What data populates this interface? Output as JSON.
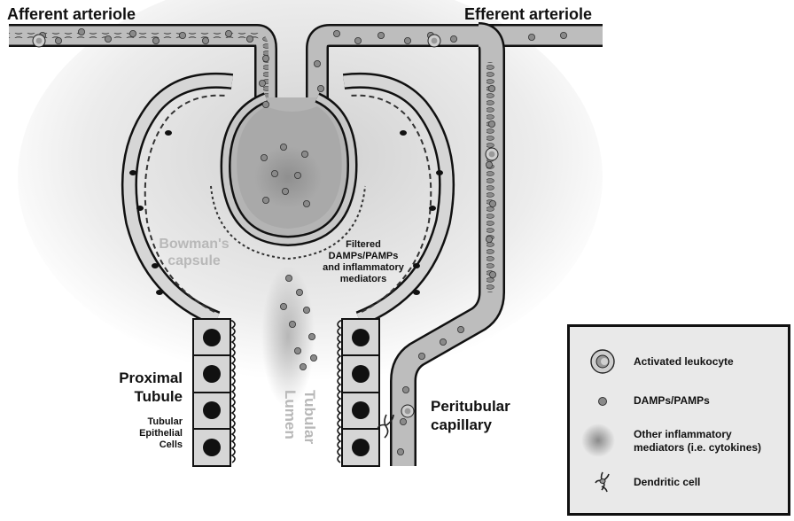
{
  "labels": {
    "afferent": "Afferent arteriole",
    "efferent": "Efferent arteriole",
    "bowmans_line1": "Bowman's",
    "bowmans_line2": "capsule",
    "filtered_line1": "Filtered",
    "filtered_line2": "DAMPs/PAMPs",
    "filtered_line3": "and inflammatory",
    "filtered_line4": "mediators",
    "proximal_line1": "Proximal",
    "proximal_line2": "Tubule",
    "epithelial_line1": "Tubular",
    "epithelial_line2": "Epithelial",
    "epithelial_line3": "Cells",
    "lumen_line1": "Tubular",
    "lumen_line2": "Lumen",
    "peritubular_line1": "Peritubular",
    "peritubular_line2": "capillary"
  },
  "legend": {
    "items": [
      {
        "icon": "activated-leukocyte-icon",
        "label": "Activated leukocyte"
      },
      {
        "icon": "damp-pamp-icon",
        "label": "DAMPs/PAMPs"
      },
      {
        "icon": "inflammatory-mediator-icon",
        "label_line1": "Other inflammatory",
        "label_line2": "mediators (i.e. cytokines)"
      },
      {
        "icon": "dendritic-cell-icon",
        "label": "Dendritic cell"
      }
    ]
  },
  "colors": {
    "outline": "#111111",
    "vessel_fill": "#bdbdbd",
    "cell_fill": "#d6d6d6",
    "dot": "#8a8a8a",
    "mediator": "#9a9a9a",
    "light_label": "#b8b8b8",
    "legend_bg": "#e9e9e9"
  }
}
